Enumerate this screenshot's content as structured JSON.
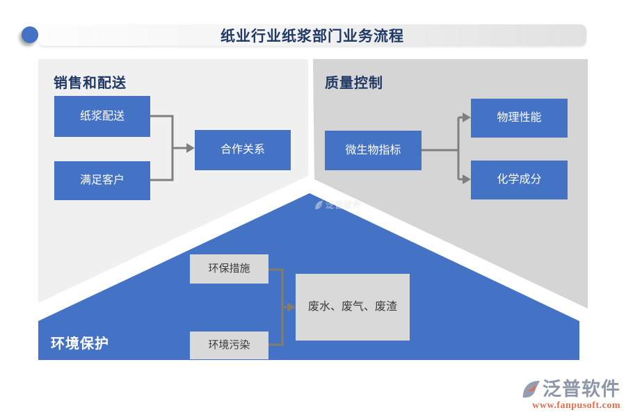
{
  "title": "纸业行业纸浆部门业务流程",
  "colors": {
    "accent_blue": "#4472c4",
    "panel_light": "#f1f0f0",
    "panel_dark": "#d6d5d5",
    "node_gray": "#d9d9d9",
    "connector_gray": "#7f7f7f",
    "heading_navy": "#1f3864",
    "brand_gray": "#8d97a7",
    "brand_orange": "#dd6f4e"
  },
  "sections": {
    "sales": {
      "heading": "销售和配送",
      "nodes": {
        "pulp_delivery": "纸浆配送",
        "satisfy_customers": "满足客户",
        "cooperation": "合作关系"
      }
    },
    "quality": {
      "heading": "质量控制",
      "nodes": {
        "microbial": "微生物指标",
        "physical": "物理性能",
        "chemical": "化学成分"
      }
    },
    "environment": {
      "heading": "环境保护",
      "nodes": {
        "measures": "环保措施",
        "pollution": "环境污染",
        "waste": "废水、废气、废渣"
      }
    }
  },
  "watermark": {
    "text": "泛普软件"
  },
  "footer": {
    "brand": "泛普软件",
    "url": "www.fanpusoft.com"
  }
}
